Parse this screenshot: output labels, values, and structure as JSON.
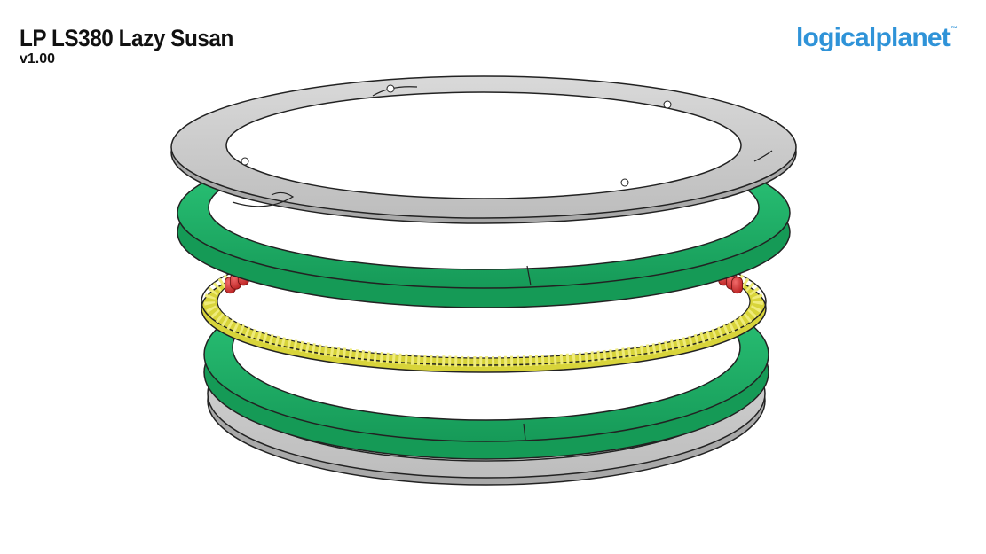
{
  "header": {
    "title": "LP LS380 Lazy Susan",
    "version": "v1.00"
  },
  "brand": {
    "name": "logicalplanet",
    "trademark": "™"
  },
  "colors": {
    "brand_blue": "#2f93d8",
    "plate_gray": "#c9c9c9",
    "ring_green": "#1fb36a",
    "cage_yellow": "#e6e24a",
    "roller_red": "#e23a3a"
  },
  "icons": {
    "brand_logo": "logicalplanet-logo"
  }
}
